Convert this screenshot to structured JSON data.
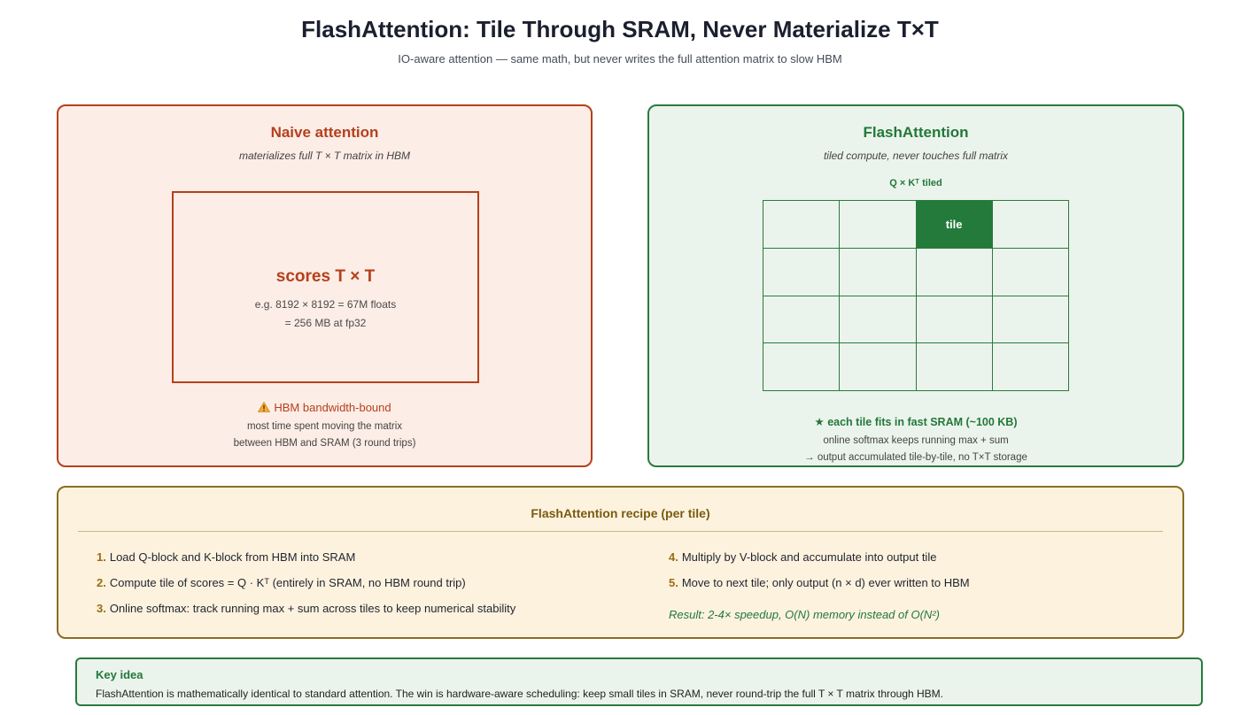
{
  "header": {
    "title": "FlashAttention: Tile Through SRAM, Never Materialize T×T",
    "subtitle": "IO-aware attention — same math, but never writes the full attention matrix to slow HBM"
  },
  "naive": {
    "title": "Naive attention",
    "subtitle": "materializes full T × T matrix in HBM",
    "scores_label": "scores T × T",
    "scores_line1": "e.g. 8192 × 8192 = 67M floats",
    "scores_line2": "= 256 MB at fp32",
    "warning_icon": "warning-icon",
    "warning": "HBM bandwidth-bound",
    "note_line1": "most time spent moving the matrix",
    "note_line2": "between HBM and SRAM (3 round trips)",
    "color": "#b5401c"
  },
  "flash": {
    "title": "FlashAttention",
    "subtitle": "tiled compute, never touches full matrix",
    "grid_label": "Q × Kᵀ tiled",
    "tile_label": "tile",
    "note_bold": "★ each tile fits in fast SRAM (~100 KB)",
    "note_line1": "online softmax keeps running max + sum",
    "note_line2": "→ output accumulated tile-by-tile, no T×T storage",
    "color": "#22783a"
  },
  "recipe": {
    "title": "FlashAttention recipe (per tile)",
    "steps": [
      {
        "num": "1.",
        "text": "Load Q-block and K-block from HBM into SRAM"
      },
      {
        "num": "2.",
        "text": "Compute tile of scores = Q · Kᵀ (entirely in SRAM, no HBM round trip)"
      },
      {
        "num": "3.",
        "text": "Online softmax: track running max + sum across tiles to keep numerical stability"
      },
      {
        "num": "4.",
        "text": "Multiply by V-block and accumulate into output tile"
      },
      {
        "num": "5.",
        "text": "Move to next tile; only output (n × d) ever written to HBM"
      }
    ],
    "result": "Result: 2-4× speedup, O(N) memory instead of O(N²)"
  },
  "key_idea": {
    "title": "Key idea",
    "text": "FlashAttention is mathematically identical to standard attention. The win is hardware-aware scheduling: keep small tiles in SRAM, never round-trip the full T × T matrix through HBM."
  }
}
